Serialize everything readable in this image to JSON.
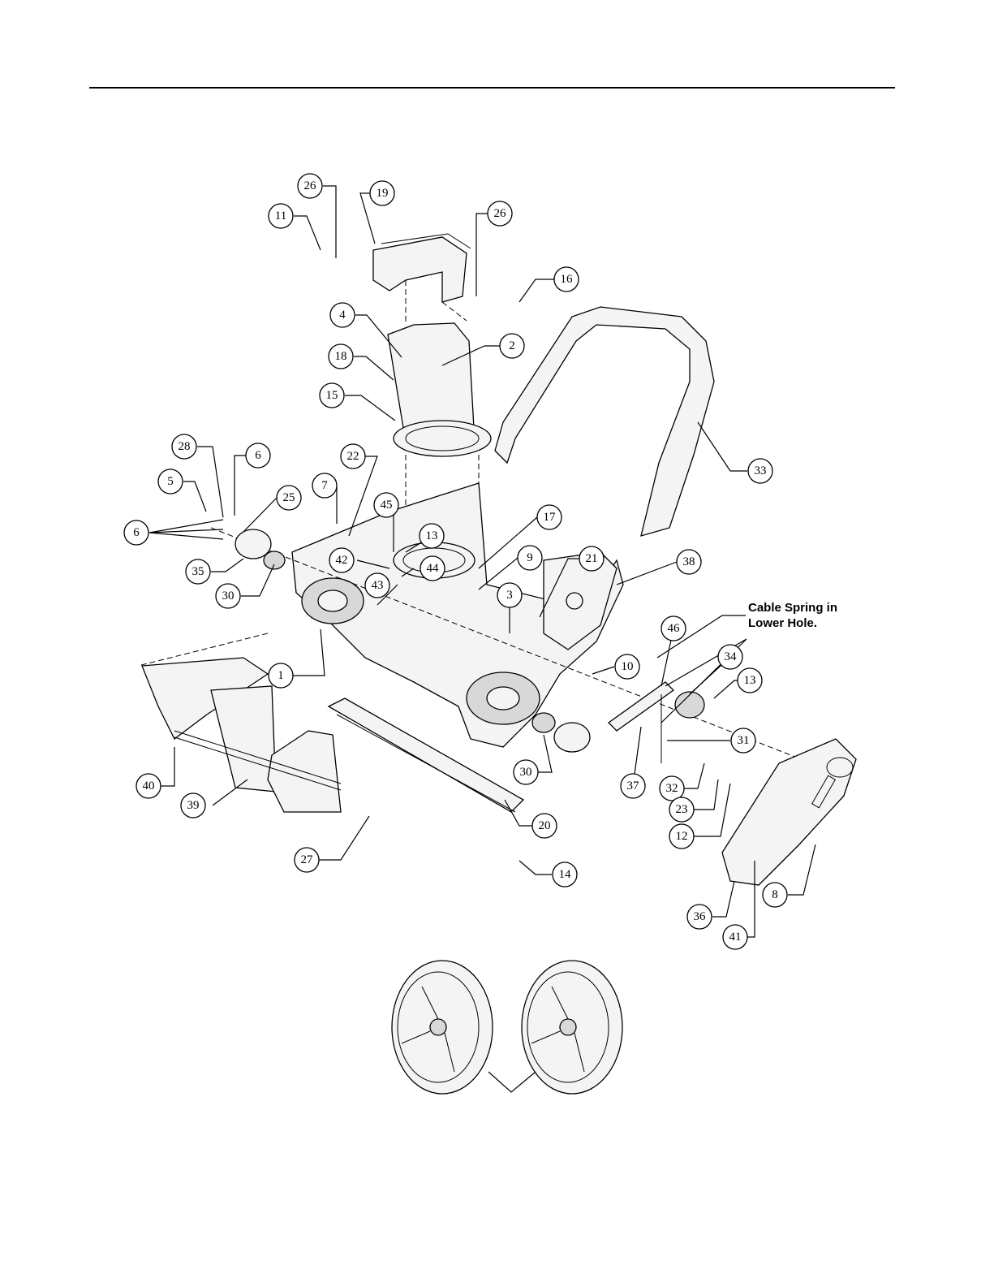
{
  "note": {
    "line1": "Cable Spring in",
    "line2": "Lower Hole."
  },
  "callouts": [
    "26",
    "19",
    "11",
    "26",
    "16",
    "4",
    "2",
    "18",
    "15",
    "28",
    "6",
    "5",
    "25",
    "7",
    "22",
    "45",
    "17",
    "6",
    "35",
    "13",
    "42",
    "44",
    "9",
    "21",
    "38",
    "30",
    "43",
    "3",
    "1",
    "46",
    "34",
    "10",
    "13",
    "31",
    "40",
    "39",
    "30",
    "37",
    "32",
    "23",
    "20",
    "12",
    "27",
    "14",
    "36",
    "8",
    "41",
    "33"
  ]
}
